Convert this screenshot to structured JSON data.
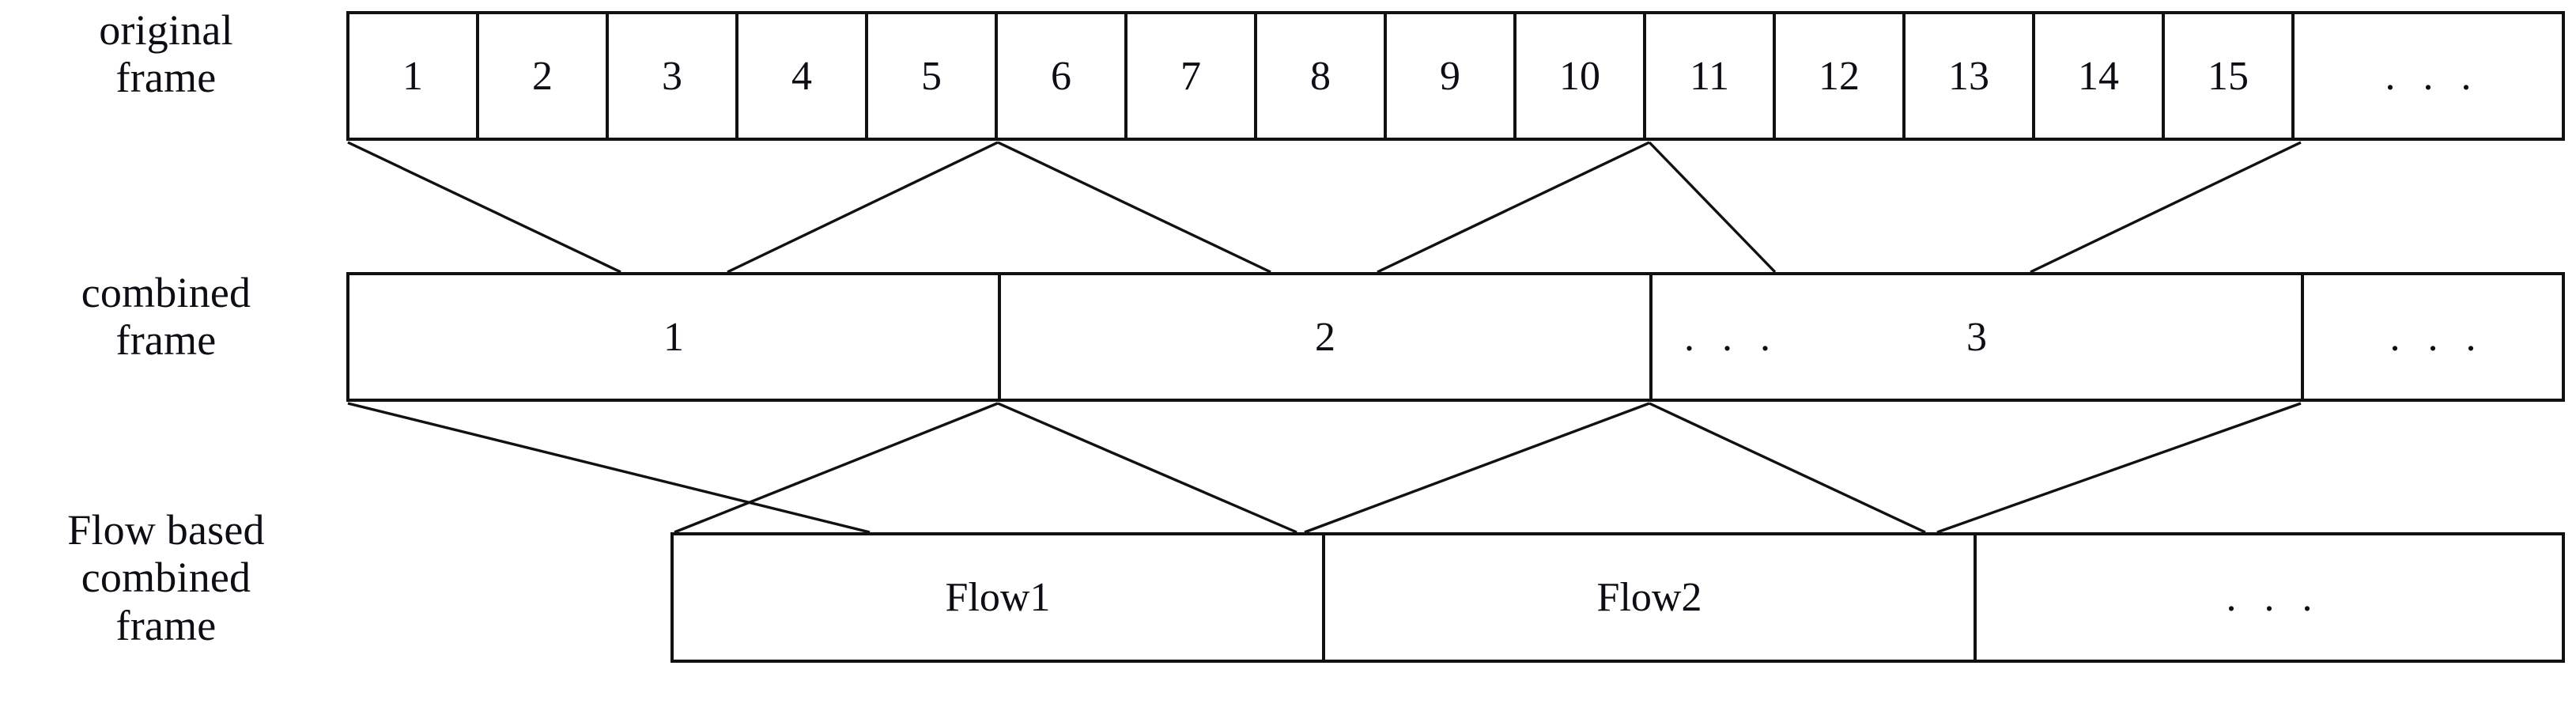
{
  "figure": {
    "type": "diagram",
    "description": "Frame aggregation pipeline: original frames are merged into combined frames, which are further merged into flow based combined frames."
  },
  "rows": [
    {
      "id": "original-frame",
      "label": [
        "original",
        "frame"
      ],
      "cells": [
        {
          "value": "1"
        },
        {
          "value": "2"
        },
        {
          "value": "3"
        },
        {
          "value": "4"
        },
        {
          "value": "5"
        },
        {
          "value": "6"
        },
        {
          "value": "7"
        },
        {
          "value": "8"
        },
        {
          "value": "9"
        },
        {
          "value": "10"
        },
        {
          "value": "11"
        },
        {
          "value": "12"
        },
        {
          "value": "13"
        },
        {
          "value": "14"
        },
        {
          "value": "15"
        },
        {
          "value": ". . ."
        }
      ]
    },
    {
      "id": "combined-frame",
      "label": [
        "combined",
        "frame"
      ],
      "cells": [
        {
          "value": "1"
        },
        {
          "value": "2"
        },
        {
          "value": "3",
          "prefix": ". . ."
        },
        {
          "value": ". . ."
        }
      ]
    },
    {
      "id": "flow-based-combined-frame",
      "label": [
        "Flow based",
        "combined",
        "frame"
      ],
      "cells": [
        {
          "value": "Flow1"
        },
        {
          "value": "Flow2"
        },
        {
          "value": ". . ."
        }
      ]
    }
  ],
  "colors": {
    "stroke": "#111111",
    "text": "#0d0d14",
    "background": "#ffffff"
  }
}
